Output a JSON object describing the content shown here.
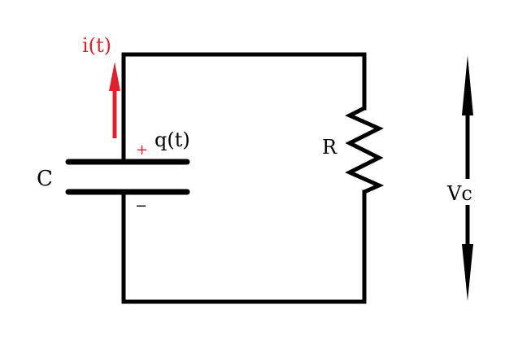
{
  "colors": {
    "wire": "#000000",
    "current": "#e0202a",
    "background": "#ffffff"
  },
  "labels": {
    "current": "i(t)",
    "charge": "q(t)",
    "plus": "+",
    "minus": "−",
    "capacitor": "C",
    "resistor": "R",
    "voltage": "Vc"
  },
  "components": {
    "capacitor": "capacitor",
    "resistor": "resistor",
    "voltage_arrow": "voltage-arrow",
    "current_arrow": "current-arrow"
  }
}
